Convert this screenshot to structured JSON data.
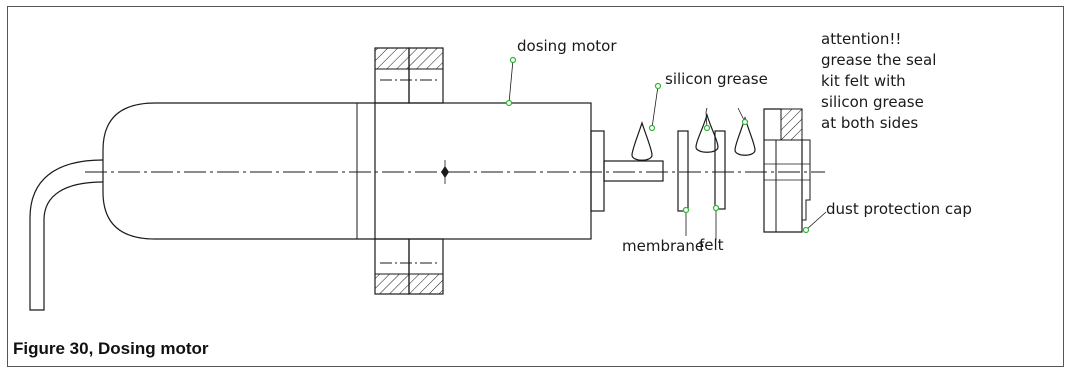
{
  "labels": {
    "dosing_motor": "dosing motor",
    "silicon_grease": "silicon grease",
    "attention_lines": [
      "attention!!",
      "grease the seal",
      "kit felt with",
      "silicon grease",
      "at both sides"
    ],
    "dust_protection_cap": "dust protection cap",
    "membrane": "membrane",
    "felt": "felt"
  },
  "caption": "Figure 30, Dosing motor",
  "colors": {
    "line": "#1a1a1a",
    "leader_dot": "#2fb52f",
    "frame": "#555555"
  }
}
